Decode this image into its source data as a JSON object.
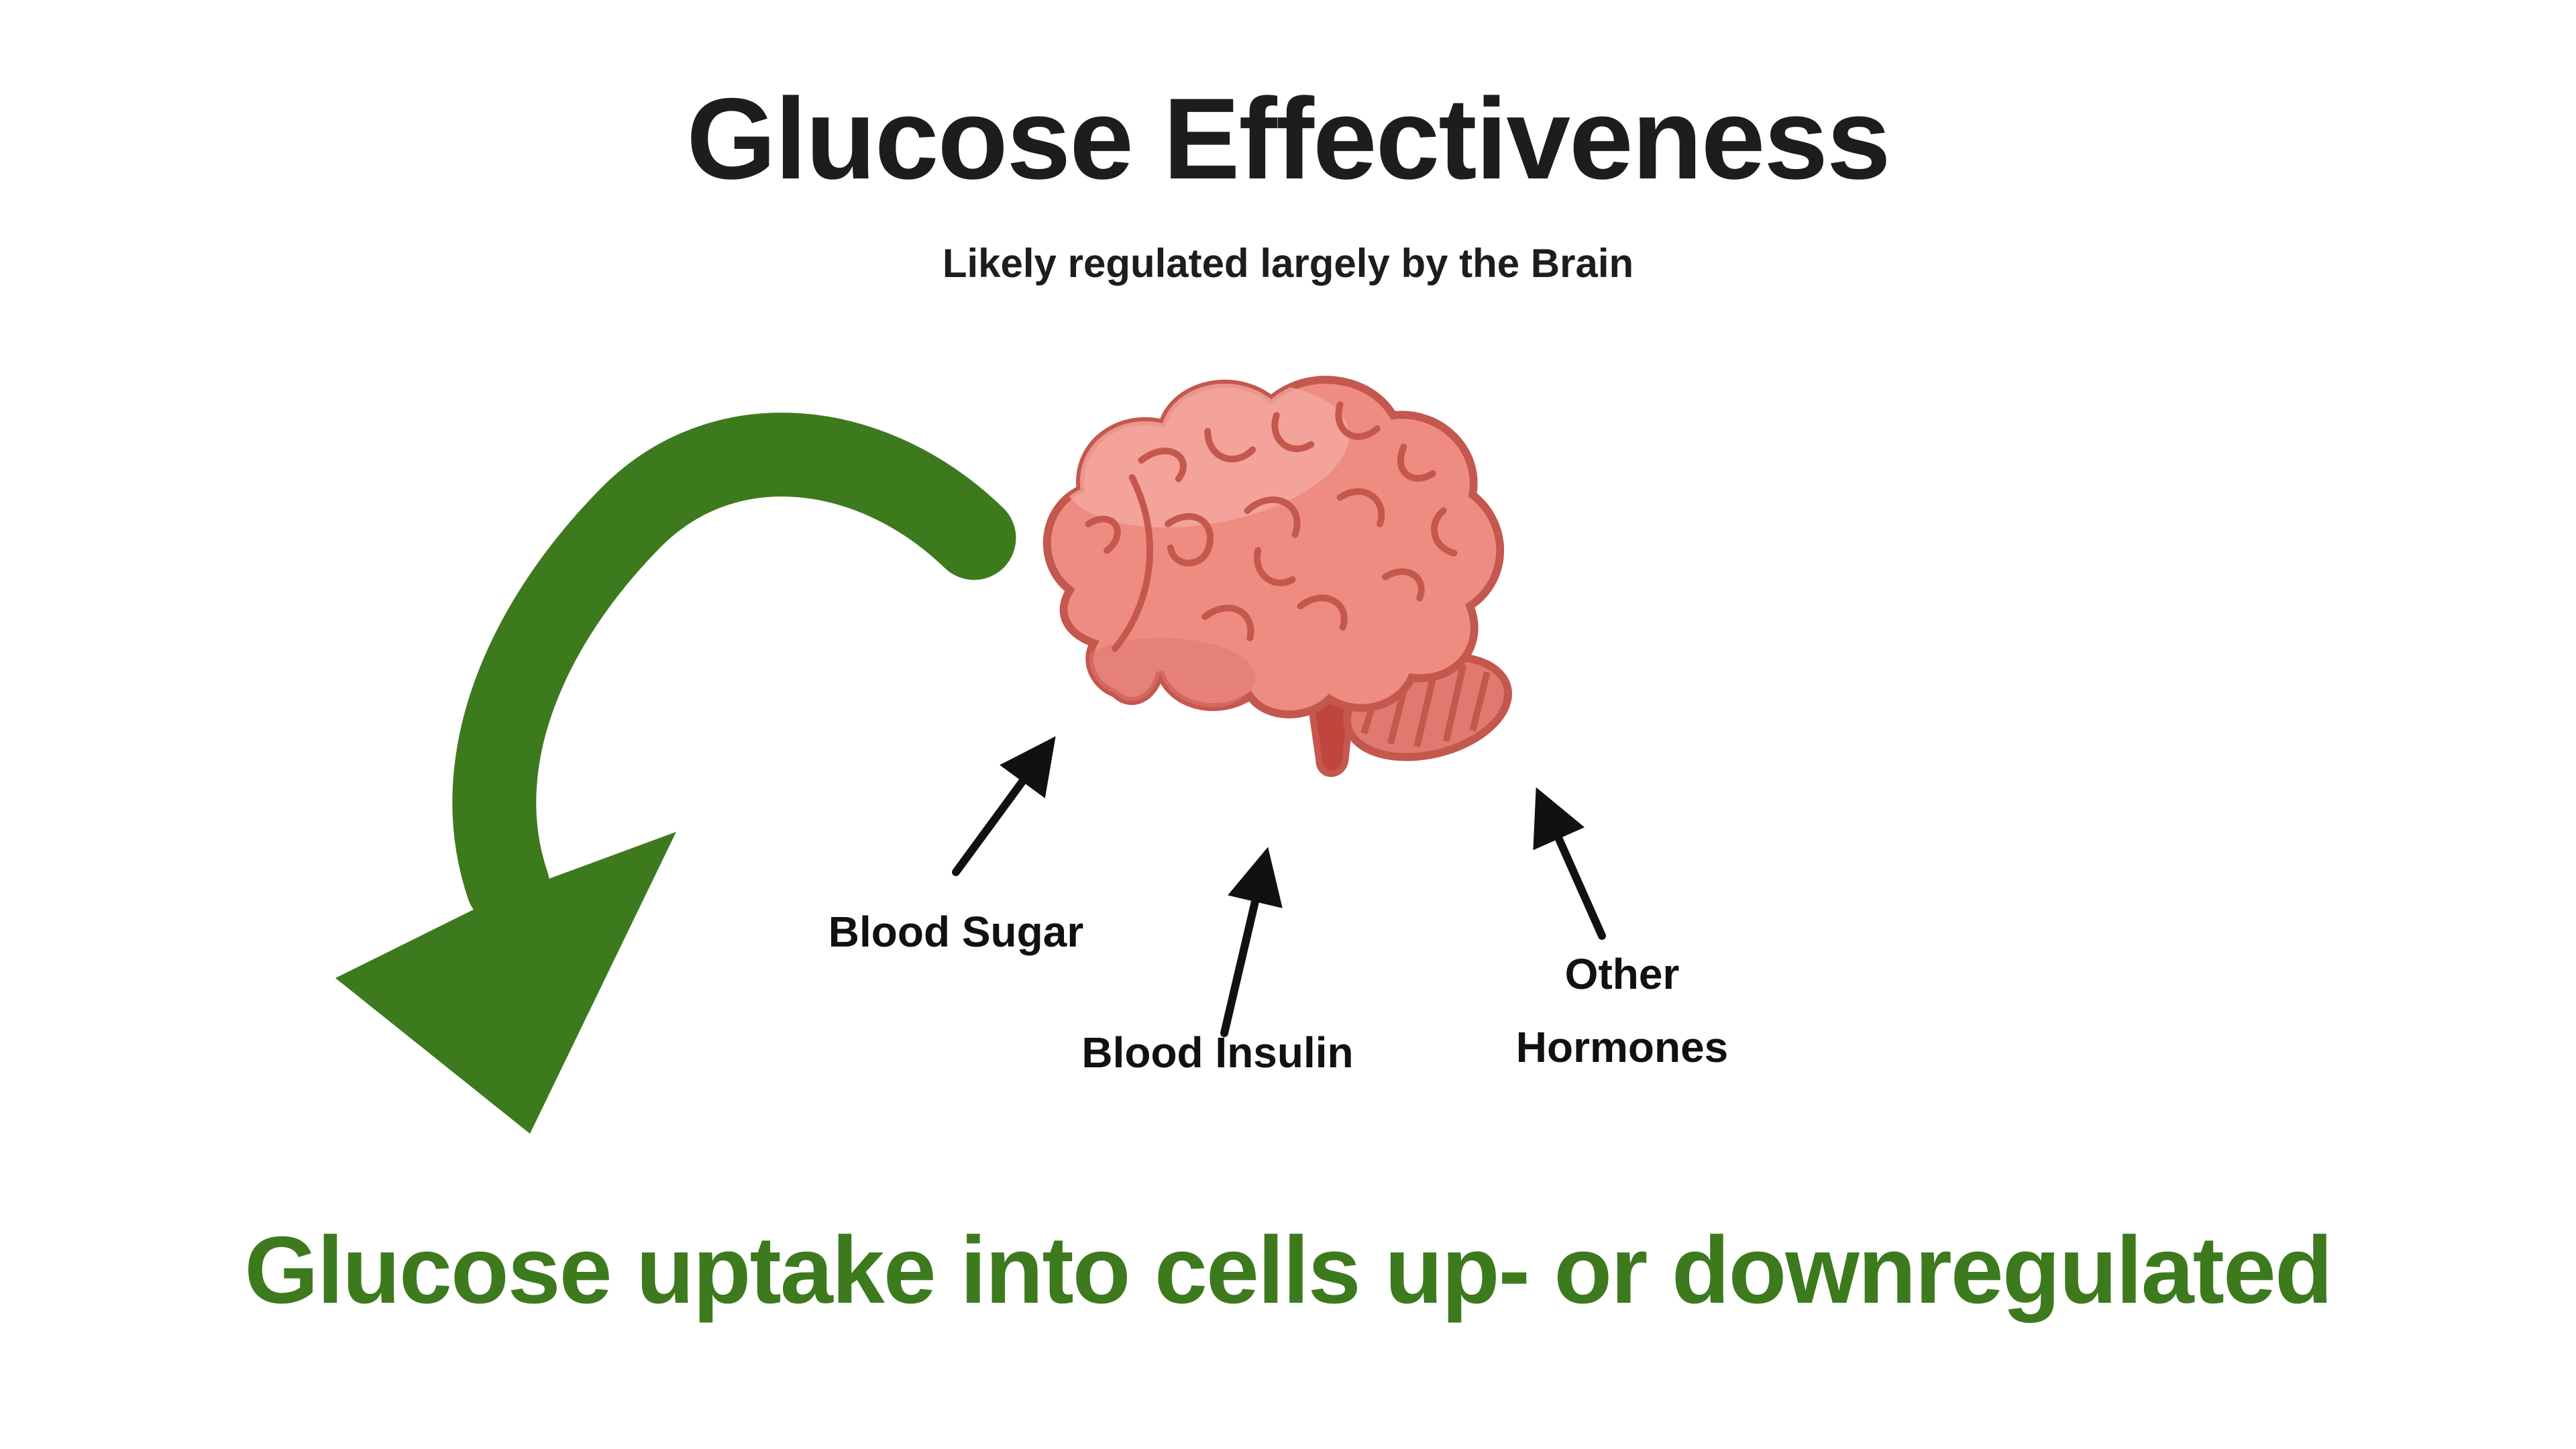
{
  "header": {
    "title": "Glucose Effectiveness",
    "subtitle": "Likely regulated largely by the Brain"
  },
  "diagram": {
    "brain_icon": "brain-illustration",
    "curved_arrow_icon": "curved-green-down-arrow",
    "input_arrow_icon": "black-up-arrow",
    "inputs": [
      {
        "label": "Blood Sugar"
      },
      {
        "label": "Blood Insulin"
      },
      {
        "label": "Other Hormones"
      }
    ]
  },
  "footer": {
    "text": "Glucose uptake into cells up- or downregulated"
  },
  "colors": {
    "accent_green": "#3D7A1E",
    "text_dark": "#1D1D1D",
    "brain_main": "#EE8C82",
    "brain_light": "#F5ABA1",
    "brain_dark": "#E0796F",
    "brain_outline": "#C4574E",
    "brain_stem": "#C0463D"
  }
}
